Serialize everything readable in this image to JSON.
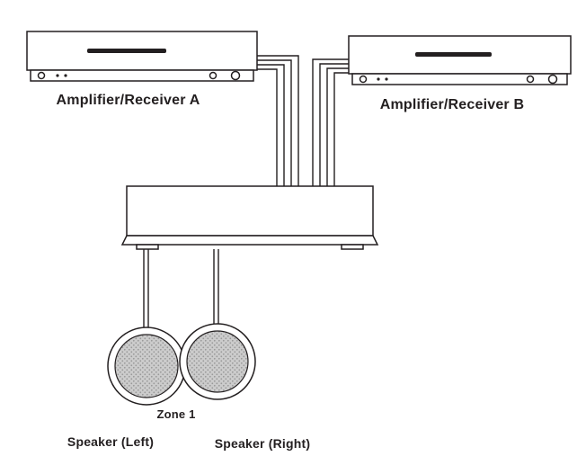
{
  "labels": {
    "amp_a": "Amplifier/Receiver A",
    "amp_b": "Amplifier/Receiver B",
    "zone": "Zone 1",
    "speaker_left": "Speaker (Left)",
    "speaker_right": "Speaker (Right)"
  },
  "colors": {
    "line": "#231f20",
    "grille_base": "#cccccc",
    "grille_dot": "#999999",
    "background": "#ffffff"
  }
}
